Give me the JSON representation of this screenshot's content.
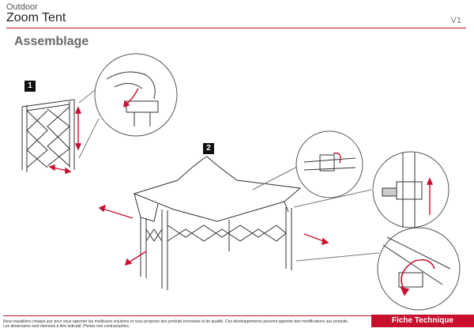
{
  "header": {
    "brand": "Outdoor",
    "title": "Zoom Tent",
    "version": "V1"
  },
  "section_title": "Assemblage",
  "steps": [
    {
      "number": "1"
    },
    {
      "number": "2"
    }
  ],
  "footer": {
    "disclaimer": "Nous travaillons chaque jour pour vous apporter les meilleures solutions et sous proposer des produits innovants et de qualité. Ces développements peuvent apporter des modifications aux produits. Les dimensions sont données à titre indicatif. Photos non contractuelles.",
    "tag": "Fiche Technique"
  },
  "colors": {
    "accent": "#c8102e",
    "section_gray": "#6a6a6a"
  }
}
